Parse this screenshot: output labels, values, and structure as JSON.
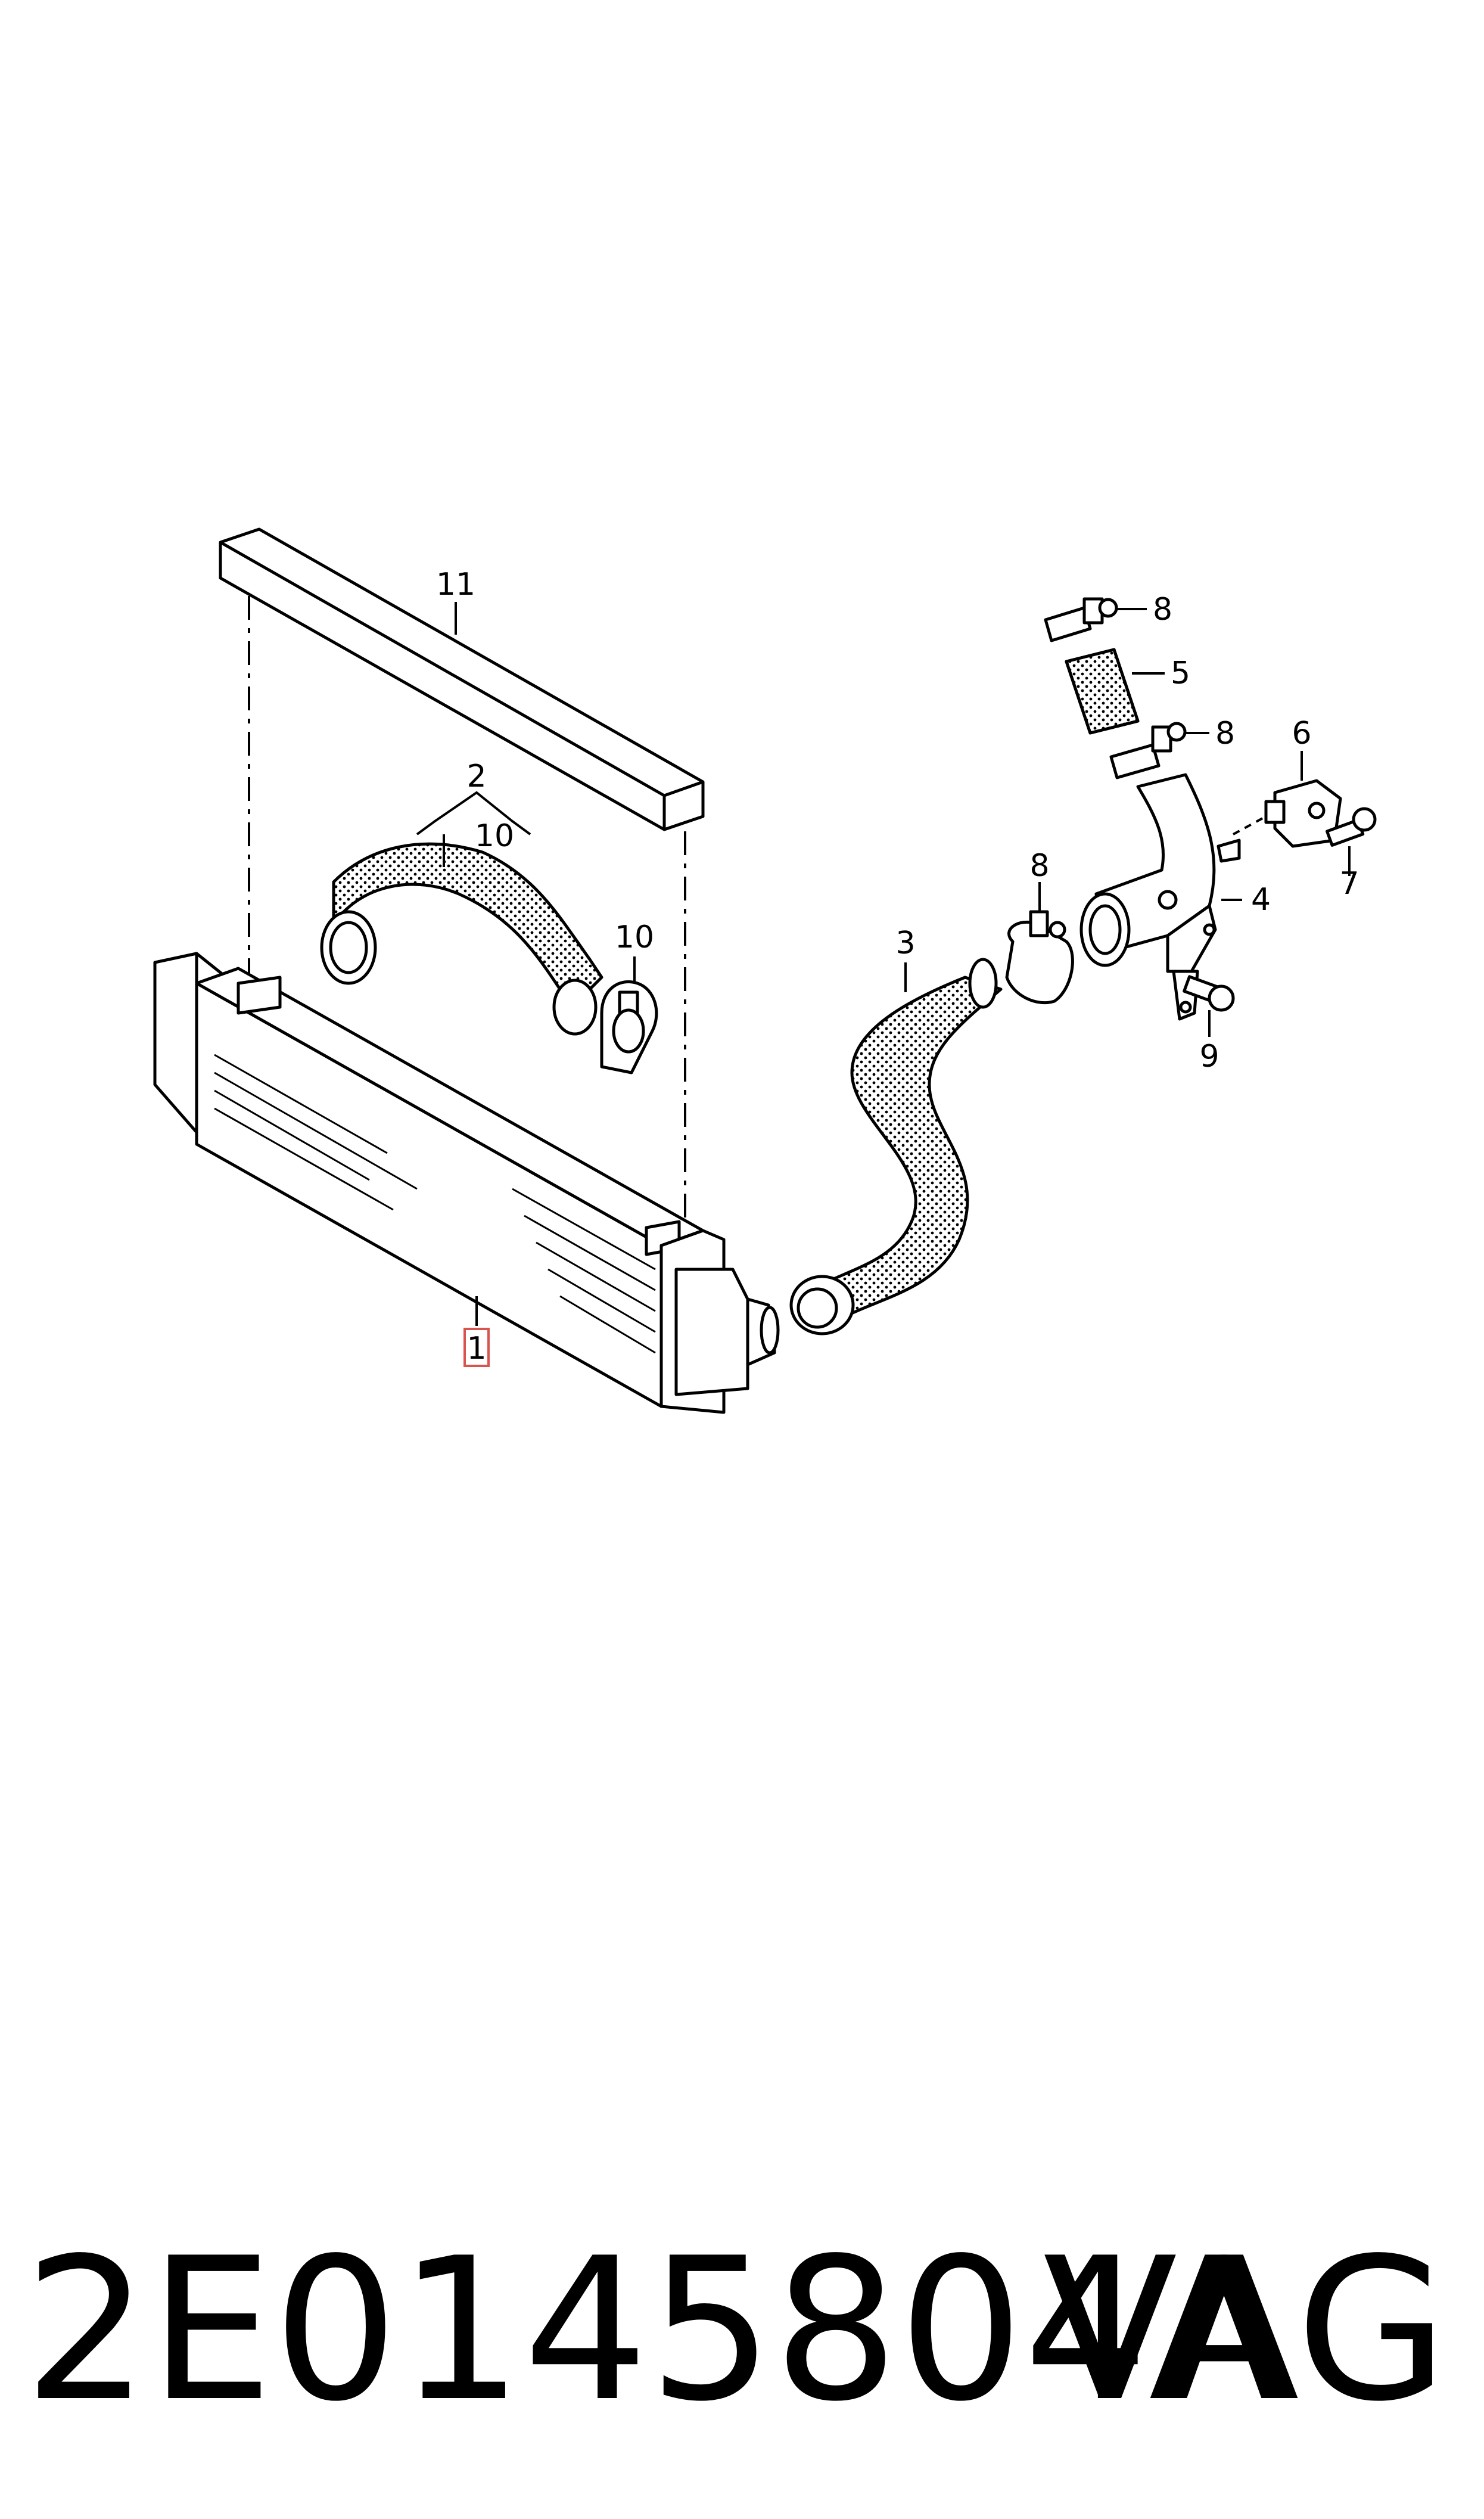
{
  "callouts": {
    "c1": "1",
    "c2": "2",
    "c3": "3",
    "c4": "4",
    "c5": "5",
    "c6": "6",
    "c7": "7",
    "c8a": "8",
    "c8b": "8",
    "c8c": "8",
    "c9": "9",
    "c10a": "10",
    "c10b": "10",
    "c11": "11"
  },
  "footer": {
    "part_number": "2E0145804A",
    "brand": "VAG"
  },
  "colors": {
    "line": "#000000",
    "highlight": "#d9534f",
    "background": "#ffffff"
  }
}
